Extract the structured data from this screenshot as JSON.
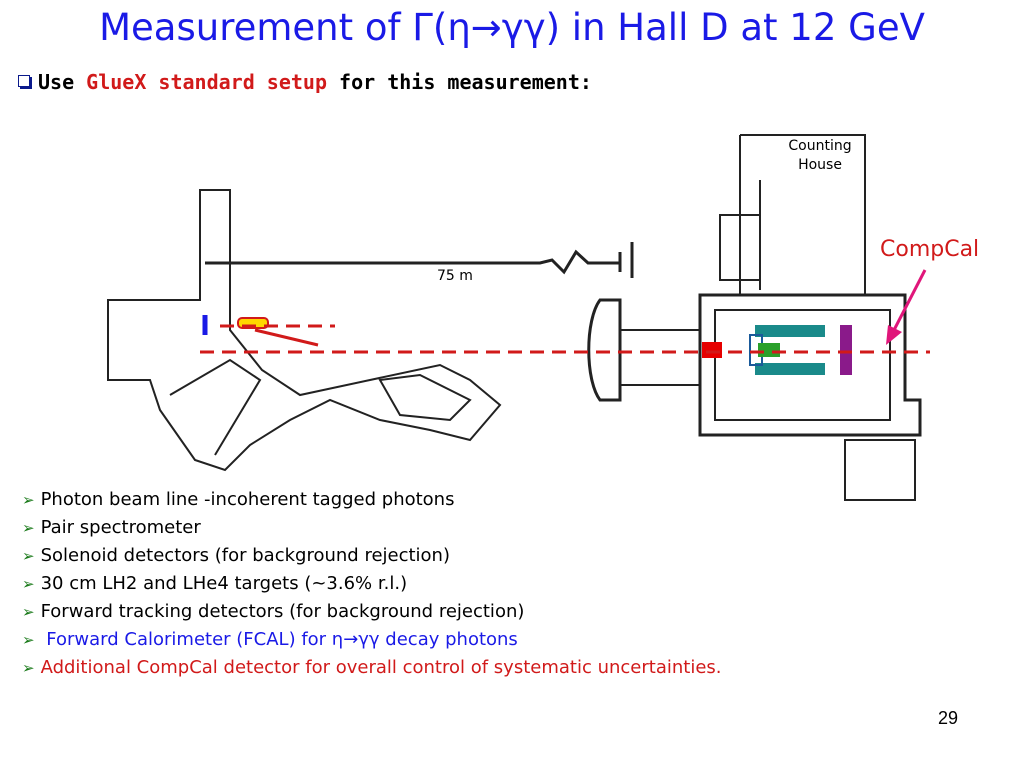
{
  "slide": {
    "title": "Measurement of Γ(η→γγ)  in Hall D at 12 GeV",
    "subheading": {
      "prefix": "Use ",
      "highlight": "GlueX standard setup",
      "suffix": " for this measurement:"
    },
    "diagram": {
      "counting_house_line1": "Counting",
      "counting_house_line2": "House",
      "compcal_label": "CompCal",
      "distance_label": "75 m"
    },
    "bullets": [
      {
        "text": "Photon beam line -incoherent tagged photons",
        "color": "#000000"
      },
      {
        "text": "Pair spectrometer",
        "color": "#000000"
      },
      {
        "text": "Solenoid detectors (for background rejection)",
        "color": "#000000"
      },
      {
        "text": "30 cm LH2 and LHe4 targets (~3.6% r.l.)",
        "color": "#000000"
      },
      {
        "text": "Forward tracking detectors (for background rejection)",
        "color": "#000000"
      },
      {
        "text": " Forward Calorimeter (FCAL) for η→γγ decay photons",
        "color": "#1a1ae6"
      },
      {
        "text": "Additional CompCal detector for overall control of systematic uncertainties.",
        "color": "#d11a1a"
      }
    ],
    "page_number": "29"
  },
  "colors": {
    "title": "#1a1ae6",
    "accent_red": "#d11a1a",
    "bullet_arrow": "#1a7a1a",
    "beam_line": "#d11a1a"
  }
}
